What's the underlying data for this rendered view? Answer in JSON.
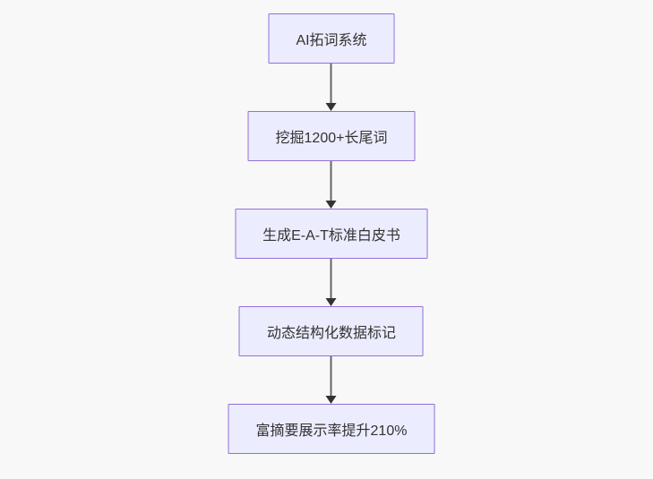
{
  "diagram": {
    "type": "flowchart",
    "direction": "top-down",
    "nodes": [
      {
        "label": "AI拓词系统"
      },
      {
        "label": "挖掘1200+长尾词"
      },
      {
        "label": "生成E-A-T标准白皮书"
      },
      {
        "label": "动态结构化数据标记"
      },
      {
        "label": "富摘要展示率提升210%"
      }
    ],
    "edges": [
      {
        "from": 0,
        "to": 1
      },
      {
        "from": 1,
        "to": 2
      },
      {
        "from": 2,
        "to": 3
      },
      {
        "from": 3,
        "to": 4
      }
    ],
    "colors": {
      "background": "#f8f8f8",
      "node_fill": "#ECECFF",
      "node_border": "#9370DB",
      "text": "#333333",
      "arrow_line": "#666666",
      "arrow_head": "#333333"
    }
  }
}
